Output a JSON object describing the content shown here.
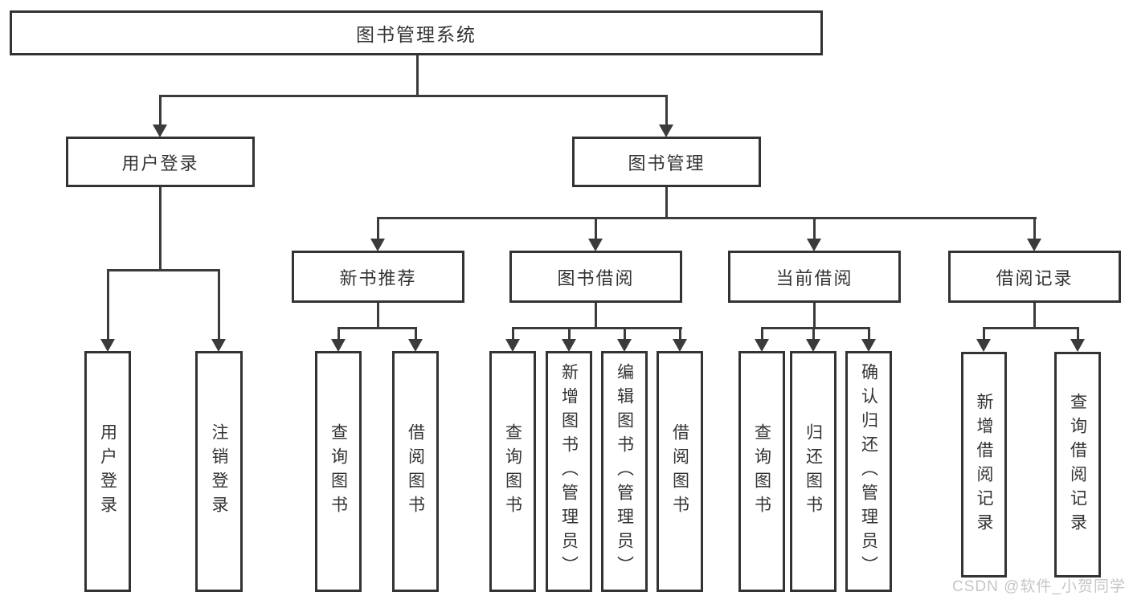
{
  "diagram": {
    "root": "图书管理系统",
    "level2": [
      {
        "label": "用户登录",
        "leaves": [
          "用户登录",
          "注销登录"
        ]
      },
      {
        "label": "图书管理",
        "sections": [
          {
            "label": "新书推荐",
            "leaves": [
              "查询图书",
              "借阅图书"
            ]
          },
          {
            "label": "图书借阅",
            "leaves": [
              "查询图书",
              "新增图书（管理员）",
              "编辑图书（管理员）",
              "借阅图书"
            ]
          },
          {
            "label": "当前借阅",
            "leaves": [
              "查询图书",
              "归还图书",
              "确认归还（管理员）"
            ]
          },
          {
            "label": "借阅记录",
            "leaves": [
              "新增借阅记录",
              "查询借阅记录"
            ]
          }
        ]
      }
    ],
    "colors": {
      "line": "#3b3b3b",
      "box_border": "#333333",
      "box_fill": "#ffffff",
      "text": "#333333",
      "watermark_text": "#c6c6c6",
      "background": "#ffffff"
    }
  },
  "watermark": {
    "text": "CSDN @软件_小贺同学"
  }
}
